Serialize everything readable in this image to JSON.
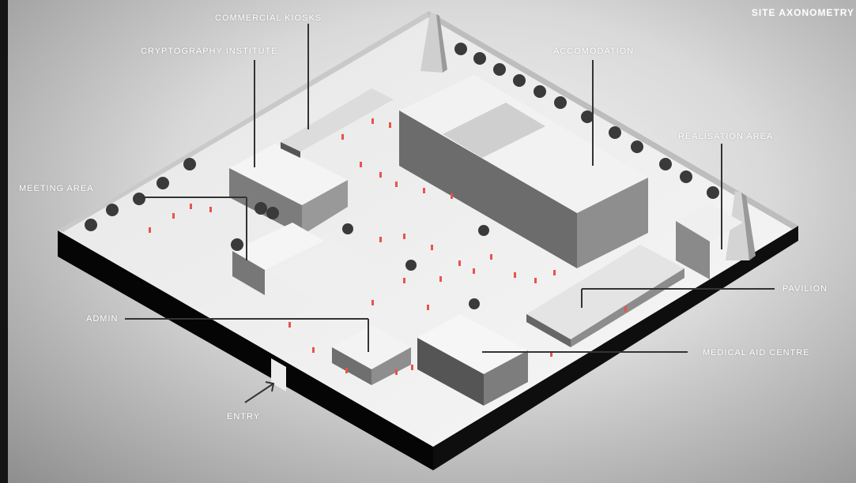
{
  "title": "SITE AXONOMETRY",
  "labels": {
    "commercial_kiosks": "COMMERCIAL KIOSKS",
    "cryptography_institute": "CRYPTOGRAPHY INSTITUTE",
    "accomodation": "ACCOMODATION",
    "realisation_area": "REALISATION AREA",
    "meeting_area": "MEETING AREA",
    "pavilion": "PAVILION",
    "admin": "ADMIN",
    "medical_aid_centre": "MEDICAL AID CENTRE",
    "entry": "ENTRY"
  },
  "colors": {
    "accent_figures": "#e9534a",
    "leader_lines": "#333333",
    "label_text": "#ffffff",
    "plinth": "#0a0a0a"
  }
}
